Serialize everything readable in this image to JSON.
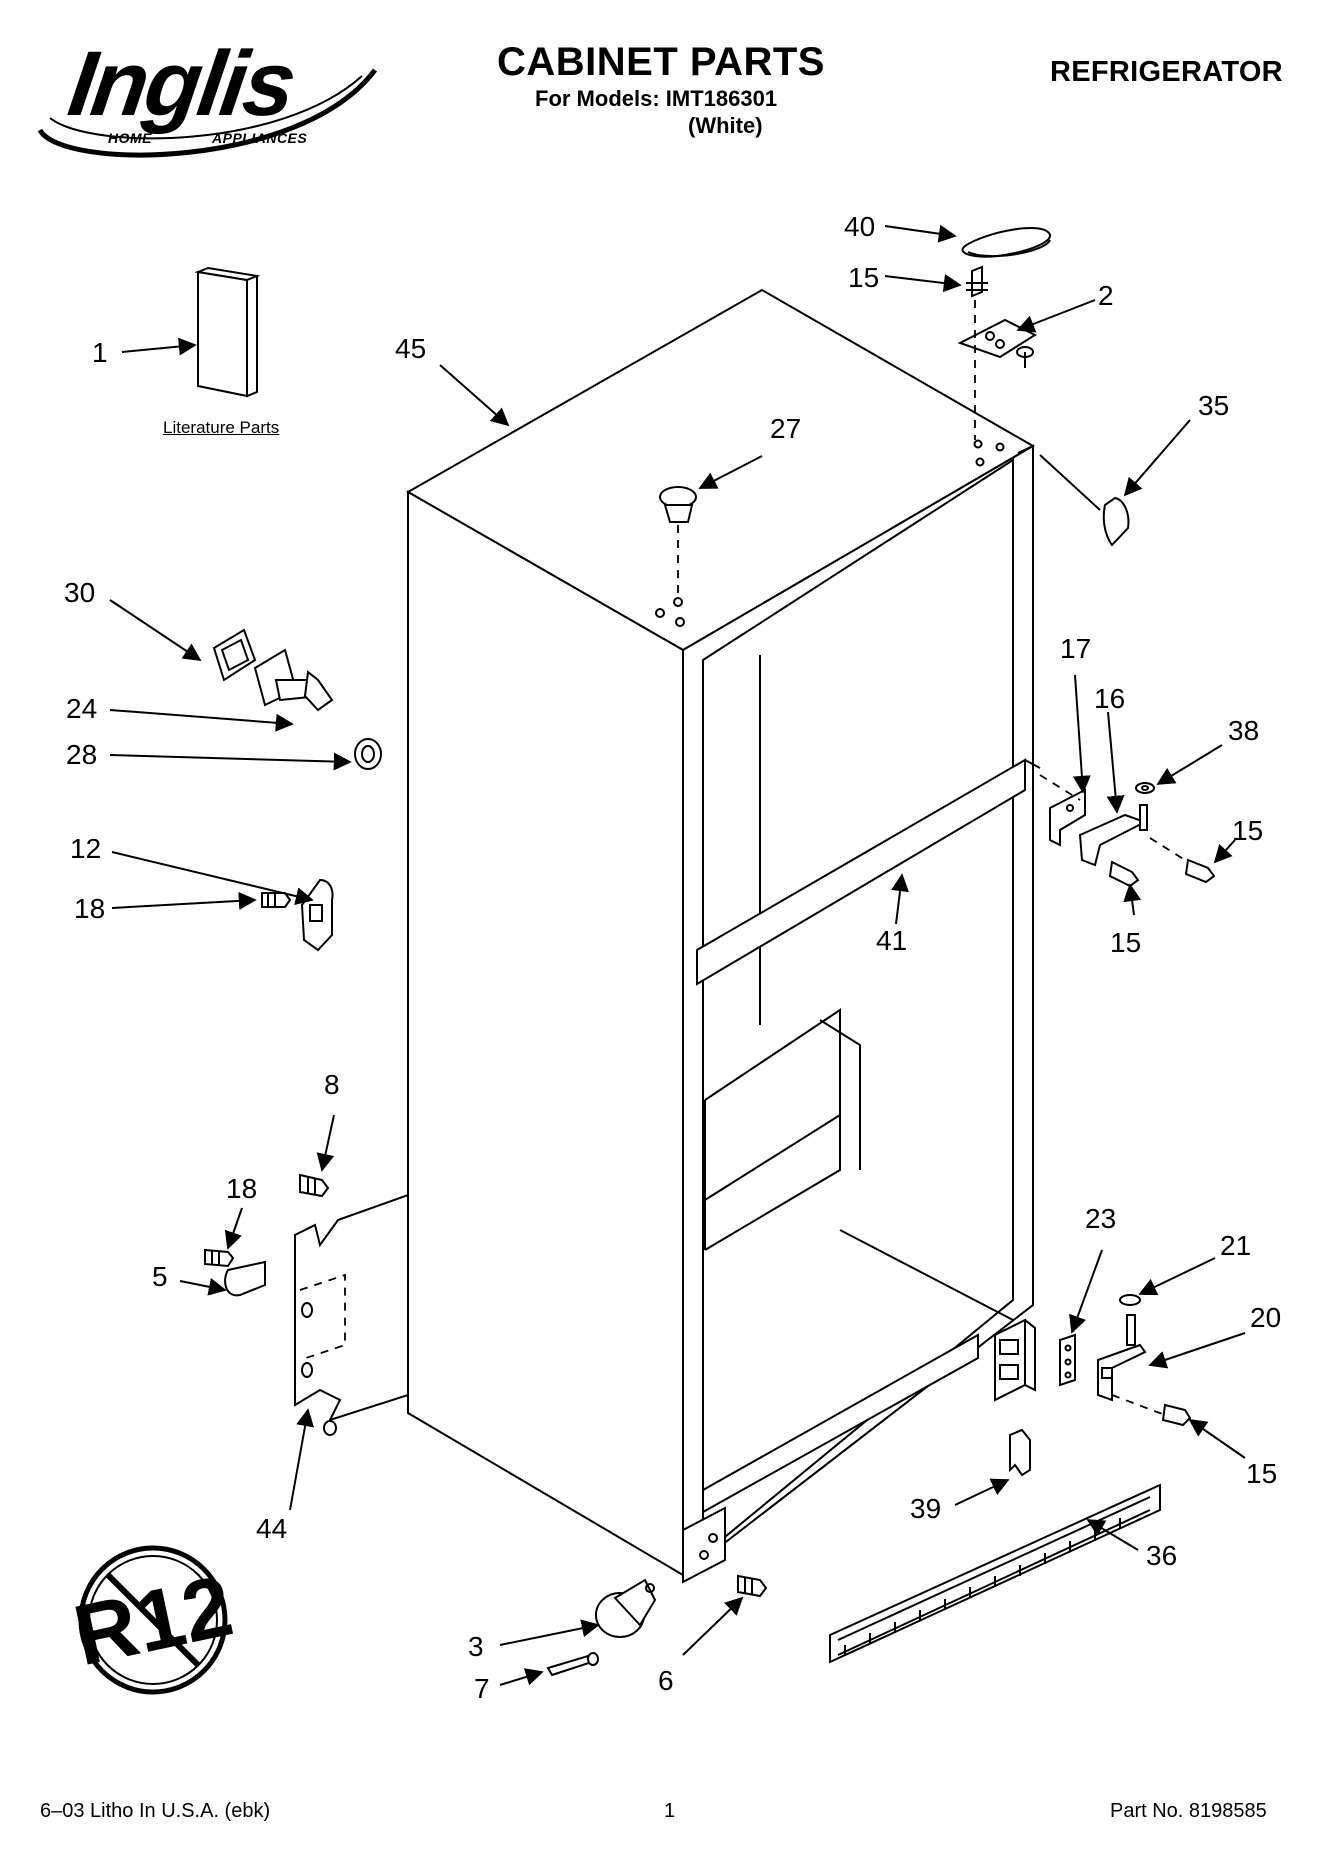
{
  "header": {
    "brand": "Inglis",
    "brand_sub_left": "HOME",
    "brand_sub_right": "APPLIANCES",
    "title": "CABINET PARTS",
    "models_line": "For Models: IMT186301",
    "color_note": "(White)",
    "category": "REFRIGERATOR"
  },
  "literature_label": "Literature Parts",
  "badge_text": "R12",
  "callouts": [
    {
      "id": "c1",
      "label": "1"
    },
    {
      "id": "c45",
      "label": "45"
    },
    {
      "id": "c27",
      "label": "27"
    },
    {
      "id": "c40",
      "label": "40"
    },
    {
      "id": "c15a",
      "label": "15"
    },
    {
      "id": "c2",
      "label": "2"
    },
    {
      "id": "c35",
      "label": "35"
    },
    {
      "id": "c30",
      "label": "30"
    },
    {
      "id": "c24",
      "label": "24"
    },
    {
      "id": "c28",
      "label": "28"
    },
    {
      "id": "c12",
      "label": "12"
    },
    {
      "id": "c18a",
      "label": "18"
    },
    {
      "id": "c17",
      "label": "17"
    },
    {
      "id": "c16",
      "label": "16"
    },
    {
      "id": "c38",
      "label": "38"
    },
    {
      "id": "c15b",
      "label": "15"
    },
    {
      "id": "c15c",
      "label": "15"
    },
    {
      "id": "c41",
      "label": "41"
    },
    {
      "id": "c8",
      "label": "8"
    },
    {
      "id": "c18b",
      "label": "18"
    },
    {
      "id": "c5",
      "label": "5"
    },
    {
      "id": "c44",
      "label": "44"
    },
    {
      "id": "c23",
      "label": "23"
    },
    {
      "id": "c21",
      "label": "21"
    },
    {
      "id": "c20",
      "label": "20"
    },
    {
      "id": "c15d",
      "label": "15"
    },
    {
      "id": "c39",
      "label": "39"
    },
    {
      "id": "c36",
      "label": "36"
    },
    {
      "id": "c3",
      "label": "3"
    },
    {
      "id": "c7",
      "label": "7"
    },
    {
      "id": "c6",
      "label": "6"
    }
  ],
  "footer": {
    "left": "6–03 Litho In U.S.A. (ebk)",
    "page": "1",
    "part_no": "Part No. 8198585"
  }
}
